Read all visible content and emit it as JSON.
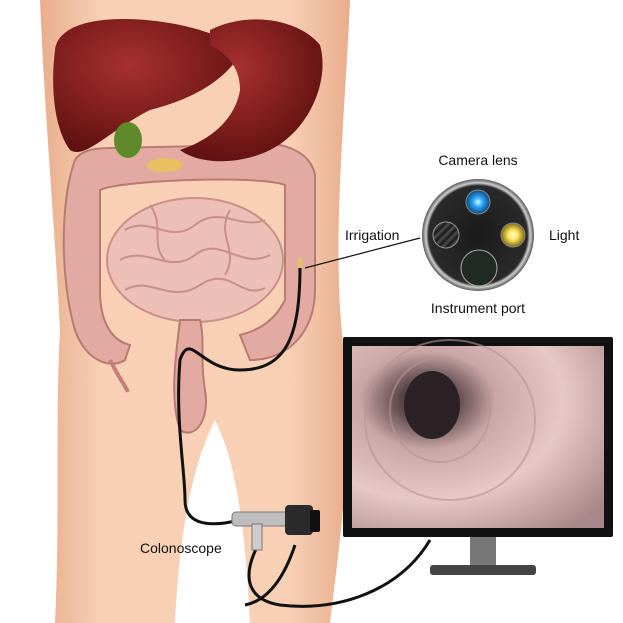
{
  "labels": {
    "camera_lens": "Camera lens",
    "irrigation": "Irrigation",
    "light": "Light",
    "instrument_port": "Instrument port",
    "colonoscope": "Colonoscope"
  },
  "colors": {
    "skin": "#f3c2a4",
    "liver": "#7a1a1a",
    "intestine": "#e2aaa0",
    "lens_blue": "#2aa8ff",
    "light_yellow": "#ffe860"
  }
}
